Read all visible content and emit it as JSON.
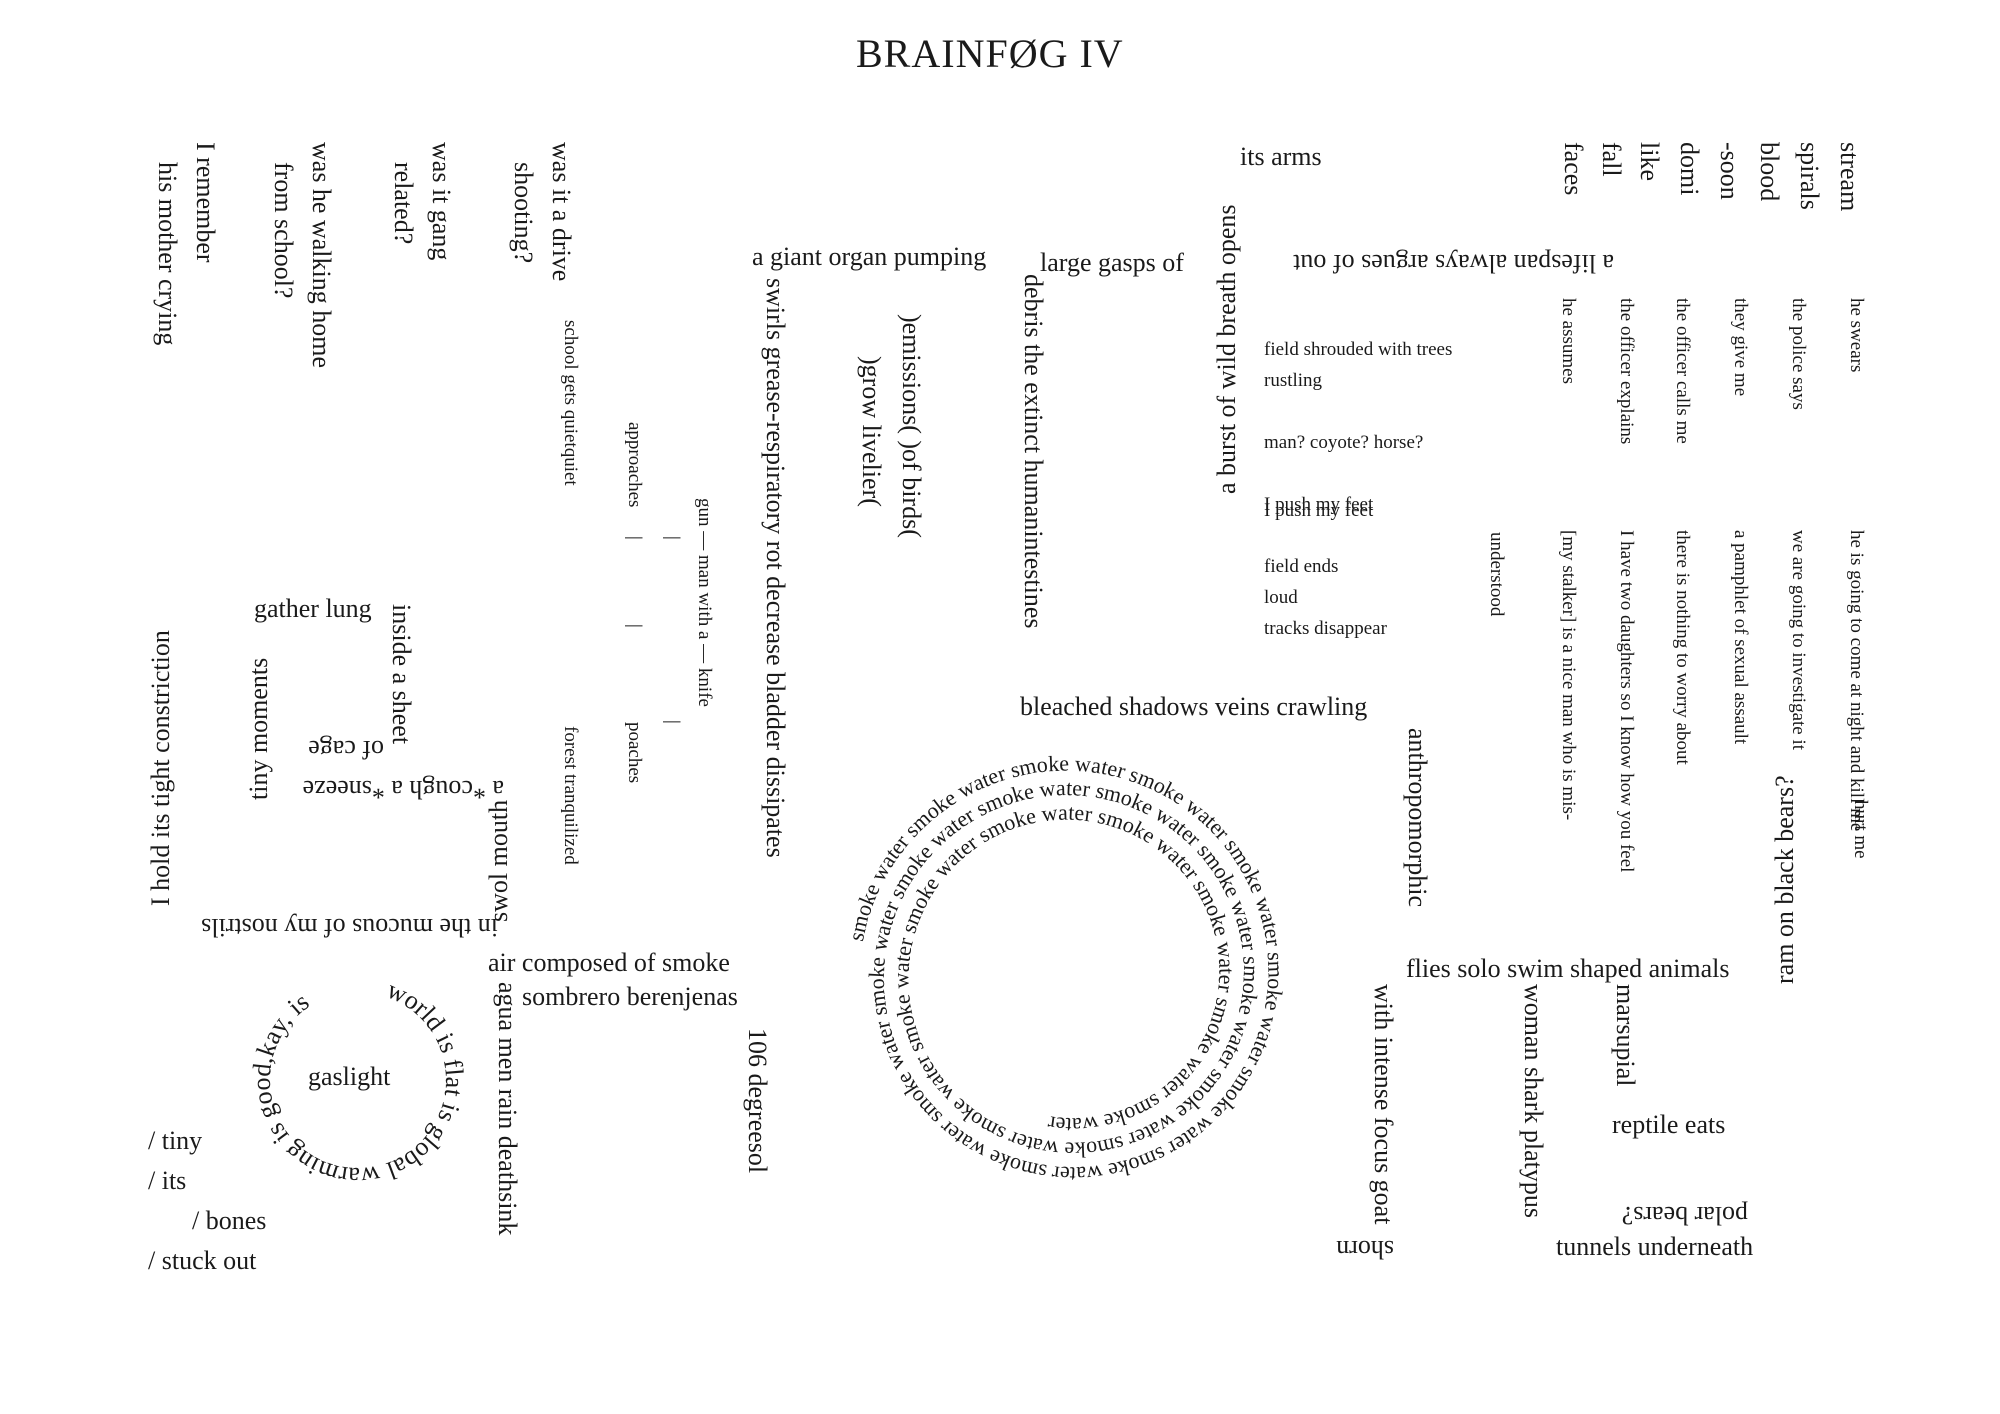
{
  "title": "BRAINFØG IV",
  "col_left": {
    "remember": "I remember",
    "mother": "his mother crying",
    "walking": "was he walking home",
    "school": "from school?",
    "gang": "was it gang",
    "related": "related?",
    "drive": "was it a drive",
    "shooting": "shooting?",
    "school_quiet": "school gets quietquiet",
    "forest": "forest tranquilized",
    "approaches": "approaches",
    "poaches": "poaches",
    "gun": "gun — man with a — knife",
    "bar1": "|",
    "bar2": "|",
    "bar3": "|",
    "bar4": "|"
  },
  "center": {
    "organ": "a giant organ pumping",
    "gasps": "large gasps of",
    "swirls": "swirls grease-respiratory rot decrease bladder dissipates",
    "degrees": "106 degreesol",
    "emissions": ")emissions( )of birds(",
    "grow": ")grow livelier(",
    "debris": "debris the extinct humanintestines",
    "bleached": "bleached shadows veins crawling",
    "air": "air composed of smoke",
    "sombrero": "sombrero berenjenas",
    "agua": "agua men rain deathsink",
    "swol": "swol mouth",
    "cough": "a *cough a *sneeze",
    "cage": "of cage",
    "sheet": "inside a sheet",
    "gather": "gather lung",
    "tiny_moments": "tiny moments",
    "hold": "I hold its tight constriction",
    "mucous": "in the mucous of my nostrils"
  },
  "circle": {
    "text": "world is flat is global warming is good,kay, is ",
    "center": "gaslight"
  },
  "bones": [
    "/ tiny",
    "/ its",
    "/ bones",
    "/ stuck out"
  ],
  "spiral": {
    "text": "smoke water smoke water smoke water smoke water smoke water smoke water smoke water smoke water smoke water smoke water smoke water smoke water smoke water smoke water smoke water smoke water smoke water smoke water smoke water smoke water smoke water smoke water smoke water smoke water smoke water smoke water"
  },
  "upper_right": {
    "its_arms": "its arms",
    "burst": "a burst of wild breath opens",
    "lifespan": "a lifespan always argues of out",
    "stream": [
      "stream",
      "spirals",
      "blood",
      "-soon",
      "domi",
      "like",
      "fall",
      "faces"
    ],
    "field_lines": [
      "field shrouded with trees",
      "rustling",
      "",
      "man? coyote? horse?",
      "",
      "I push my feet",
      "",
      "field ends",
      "loud",
      "tracks disappear"
    ],
    "push_ghost": "I push my feet",
    "quotes": [
      "he swears",
      "the police says",
      "they give me",
      "the officer calls me",
      "the officer explains",
      "he assumes"
    ],
    "answers": [
      "he is going to come at night and kill me",
      "we are going to investigate it",
      "a pamphlet of sexual assault",
      "there is nothing to worry about",
      "I have two daughters so I know how you feel",
      "[my stalker] is a nice man who is mis-"
    ],
    "understood": "understood",
    "hurt_me": "hurt me"
  },
  "lower_right": {
    "anthro": "anthropomorphic",
    "focus": "with intense focus goat",
    "horn": "shorn",
    "flies": "flies solo swim shaped animals",
    "marsupial": "marsupial",
    "woman": "woman shark platypus",
    "reptile": "reptile eats",
    "ram": "ram on black bears?",
    "polar": "polar bears?",
    "tunnels": "tunnels underneath"
  },
  "colors": {
    "ink": "#1a1a1a",
    "stain": "#cfcfcf"
  }
}
